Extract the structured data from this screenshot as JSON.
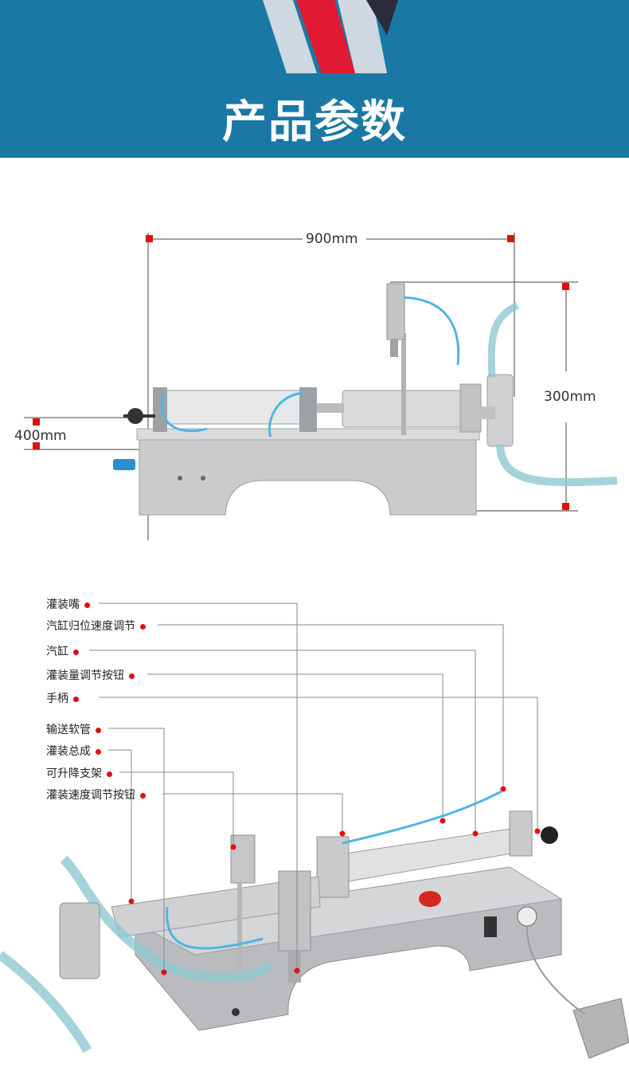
{
  "header": {
    "title": "产品参数",
    "accent_colors": [
      "#1a78a4",
      "#e01a32",
      "#cfd7e0",
      "#2b2b3a"
    ]
  },
  "dimensions": {
    "width": "900mm",
    "height": "300mm",
    "depth": "400mm",
    "marker_color": "#e01010"
  },
  "parts": [
    {
      "label": "灌装嘴"
    },
    {
      "label": "汽缸归位速度调节"
    },
    {
      "label": "汽缸"
    },
    {
      "label": "灌装量调节按钮"
    },
    {
      "label": "手柄"
    },
    {
      "label": "输送软管"
    },
    {
      "label": "灌装总成"
    },
    {
      "label": "可升降支架"
    },
    {
      "label": "灌装速度调节按钮"
    }
  ]
}
